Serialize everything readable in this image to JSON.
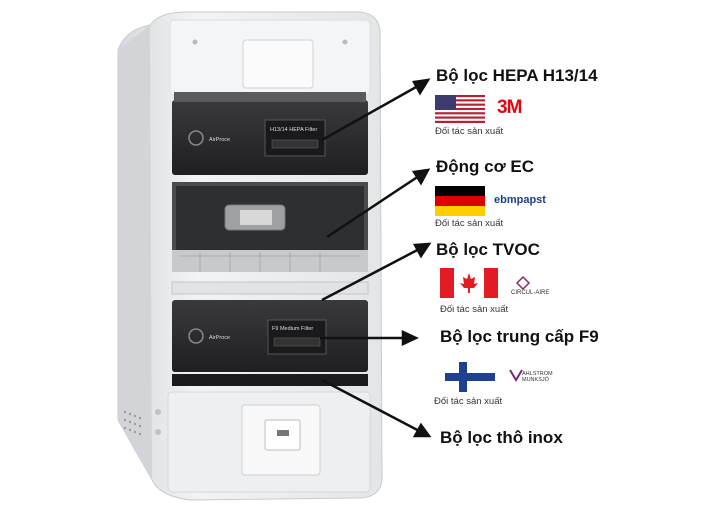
{
  "labels": {
    "hepa": "Bộ lọc HEPA H13/14",
    "ec": "Động cơ EC",
    "tvoc": "Bộ lọc TVOC",
    "f9": "Bộ lọc trung cấp F9",
    "inox": "Bộ lọc thô inox"
  },
  "partner_caption": "Đối tác sản xuất",
  "brands": {
    "hepa": "3M",
    "ec": "ebmpapst",
    "tvoc": "CIRCUL-AIRE",
    "f9": "AHLSTROM MUNKSJÖ"
  },
  "device": {
    "brand": "AirProce",
    "hepa_panel": "H13/14 HEPA Filter",
    "f9_panel": "F9 Medium Filter"
  },
  "colors": {
    "arrow": "#111111",
    "housing": "#e9eaec",
    "filter": "#2b2b2d"
  }
}
